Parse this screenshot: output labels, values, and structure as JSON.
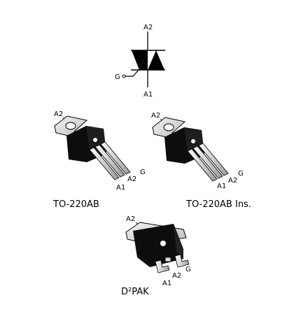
{
  "symbol": {
    "anode2_label": "A2",
    "gate_label": "G",
    "anode1_label": "A1"
  },
  "packages": [
    {
      "name": "TO-220AB",
      "pin_a2": "A2",
      "pin_a1": "A1",
      "pin_a2b": "A2",
      "pin_g": "G"
    },
    {
      "name": "TO-220AB Ins.",
      "pin_a2": "A2",
      "pin_a1": "A1",
      "pin_a2b": "A2",
      "pin_g": "G"
    },
    {
      "name": "D²PAK",
      "pin_a2": "A2",
      "pin_a1": "A1",
      "pin_a2b": "A2",
      "pin_g": "G"
    }
  ],
  "colors": {
    "ink": "#000000",
    "metal": "#d9d9d9",
    "body": "#0d0d0d",
    "paper": "#ffffff"
  }
}
